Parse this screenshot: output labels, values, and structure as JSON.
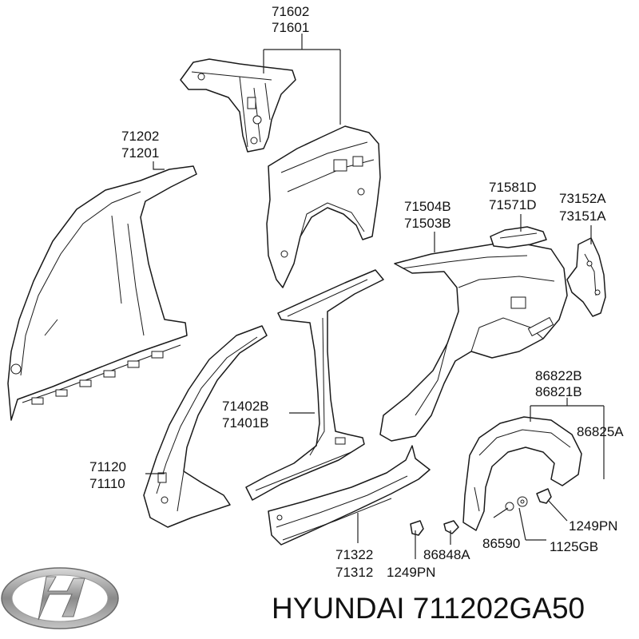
{
  "labels": {
    "p71602": "71602",
    "p71601": "71601",
    "p71202": "71202",
    "p71201": "71201",
    "p71504B": "71504B",
    "p71503B": "71503B",
    "p71581D": "71581D",
    "p71571D": "71571D",
    "p73152A": "73152A",
    "p73151A": "73151A",
    "p71402B": "71402B",
    "p71401B": "71401B",
    "p86822B": "86822B",
    "p86821B": "86821B",
    "p86825A": "86825A",
    "p71120": "71120",
    "p71110": "71110",
    "p1249PN_right": "1249PN",
    "p86590": "86590",
    "p1125GB": "1125GB",
    "p71322": "71322",
    "p71312": "71312",
    "p1249PN_bottom": "1249PN",
    "p86848A": "86848A"
  },
  "brand": {
    "caption": "HYUNDAI 711202GA50",
    "logo_icon": "hyundai-logo-icon"
  }
}
